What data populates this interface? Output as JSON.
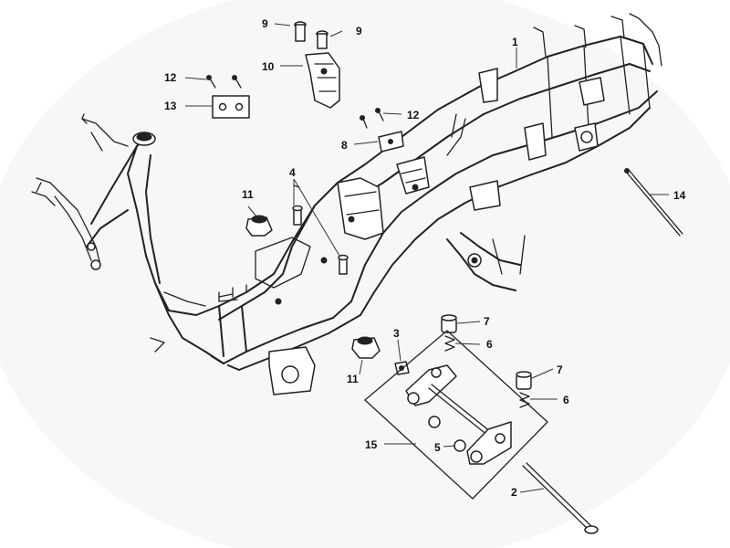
{
  "diagram": {
    "labels": {
      "p1": "1",
      "p2": "2",
      "p3": "3",
      "p4": "4",
      "p5": "5",
      "p6a": "6",
      "p6b": "6",
      "p7a": "7",
      "p7b": "7",
      "p8": "8",
      "p9a": "9",
      "p9b": "9",
      "p10": "10",
      "p11a": "11",
      "p11b": "11",
      "p12a": "12",
      "p12b": "12",
      "p13": "13",
      "p14": "14",
      "p15": "15"
    }
  }
}
